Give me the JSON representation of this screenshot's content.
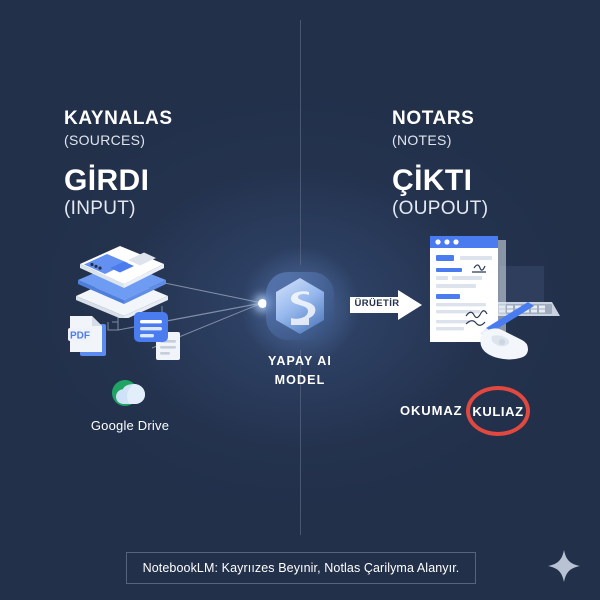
{
  "theme": {
    "background": "#22304a",
    "accent_blue": "#4a7cf0",
    "light_blue": "#9dc3f2",
    "red": "#e1483f",
    "white": "#ffffff",
    "line": "#8e9bb2"
  },
  "left_column": {
    "heading": "KAYNALAS",
    "heading_sub": "(SOURCES)",
    "title": "GİRDI",
    "title_sub": "(INPUT)",
    "icons": {
      "stack": "layered-pages-icon",
      "pdf": "pdf-file-icon",
      "pdf_label": "PDF",
      "docs": "document-icon",
      "drive_icon": "google-drive-icon",
      "drive_label": "Google Drive"
    }
  },
  "center": {
    "model_icon": "ai-model-icon",
    "model_label_line1": "YAPAY AI",
    "model_label_line2": "MODEL",
    "node": "connection-node",
    "arrow_label": "ÜRÜETİR",
    "arrow_icon": "right-arrow-icon"
  },
  "right_column": {
    "heading": "NOTARS",
    "heading_sub": "(NOTES)",
    "title": "ÇİKTI",
    "title_sub": "(OUPOUT)",
    "illustration": "document-with-pen-illustration",
    "note_left": "OKUMAZ",
    "note_circled": "KULIAZ"
  },
  "footer": {
    "caption": "NotebookLM: Kayrıızes Beyınir, Notlas Çarilyma Alanyır.",
    "sparkle_icon": "sparkle-icon"
  }
}
